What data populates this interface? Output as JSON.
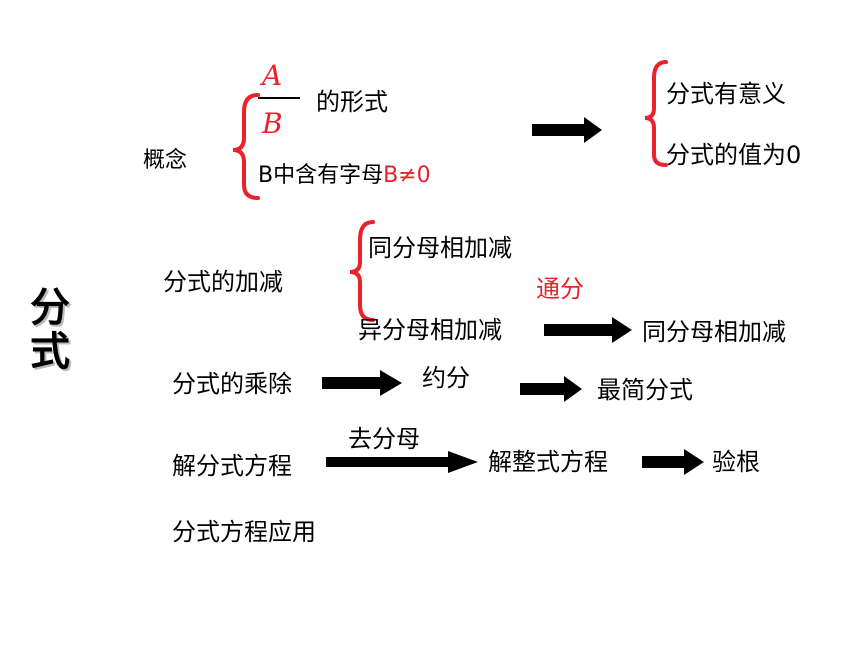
{
  "title": "分式",
  "concept": {
    "label": "概念",
    "fraction_numerator": "A",
    "fraction_denominator": "B",
    "form_text": "的形式",
    "condition_prefix": "B中含有字母",
    "condition_red": "B≠0",
    "results": [
      "分式有意义",
      "分式的值为0"
    ]
  },
  "add_sub": {
    "label": "分式的加减",
    "same_denominator": "同分母相加减",
    "diff_denominator": "异分母相加减",
    "method": "通分",
    "result": "同分母相加减"
  },
  "mul_div": {
    "label": "分式的乘除",
    "step": "约分",
    "result": "最简分式"
  },
  "equation": {
    "label": "解分式方程",
    "method": "去分母",
    "step": "解整式方程",
    "result": "验根"
  },
  "application": {
    "label": "分式方程应用"
  },
  "colors": {
    "accent_red": "#e8232a",
    "text": "#000000"
  }
}
